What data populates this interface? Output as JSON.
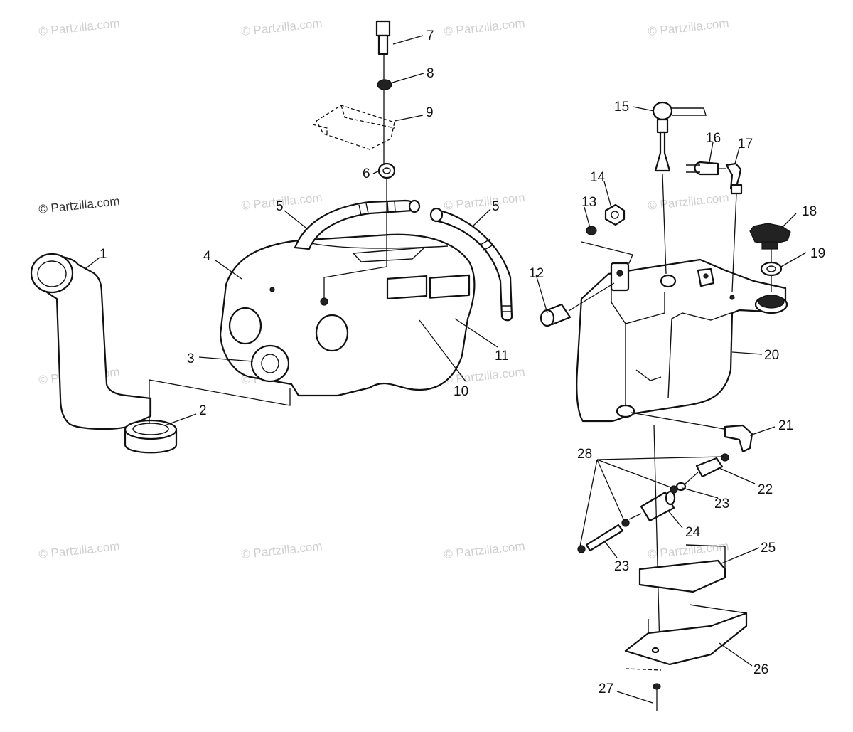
{
  "watermark": "© Partzilla.com",
  "watermark_prominent": "© Partzilla.com",
  "callouts": {
    "c1": "1",
    "c2": "2",
    "c3": "3",
    "c4": "4",
    "c5a": "5",
    "c5b": "5",
    "c6": "6",
    "c7": "7",
    "c8": "8",
    "c9": "9",
    "c10": "10",
    "c11": "11",
    "c12": "12",
    "c13": "13",
    "c14": "14",
    "c15": "15",
    "c16": "16",
    "c17": "17",
    "c18": "18",
    "c19": "19",
    "c20": "20",
    "c21": "21",
    "c22": "22",
    "c23a": "23",
    "c23b": "23",
    "c24": "24",
    "c25": "25",
    "c26": "26",
    "c27": "27",
    "c28": "28"
  }
}
